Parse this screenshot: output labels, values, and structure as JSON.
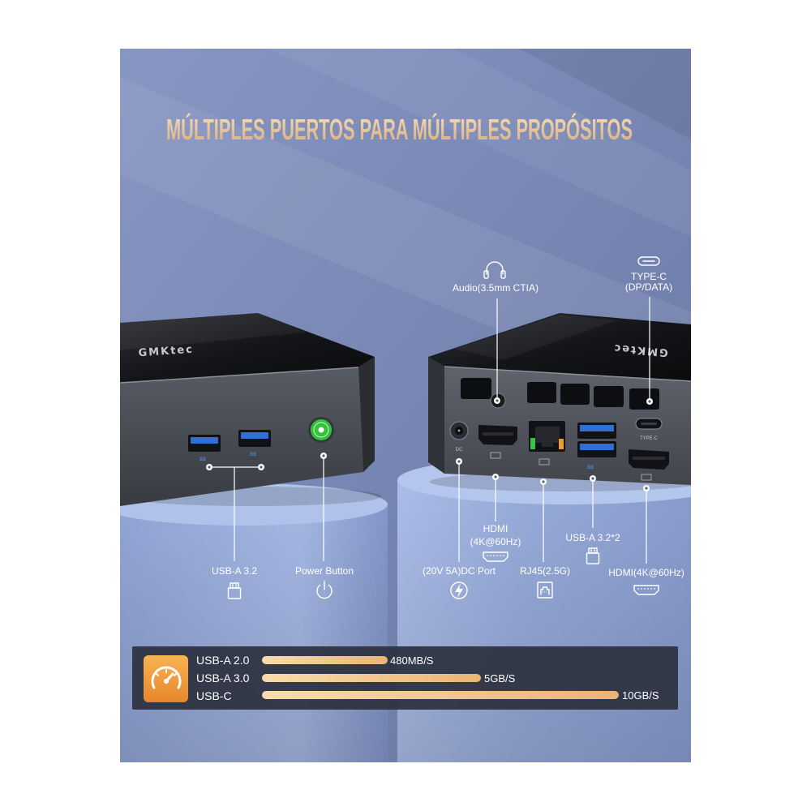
{
  "title": "MÚLTIPLES PUERTOS PARA MÚLTIPLES PROPÓSITOS",
  "brand_logo": "GMKtec",
  "front_panel": {
    "usb": {
      "label": "USB-A 3.2",
      "icon": "usb-icon"
    },
    "power": {
      "label": "Power Button",
      "icon": "power-icon"
    }
  },
  "rear_panel": {
    "audio": {
      "label": "Audio(3.5mm CTIA)",
      "icon": "headphone-icon"
    },
    "type_c": {
      "label_line1": "TYPE-C",
      "label_line2": "(DP/DATA)",
      "icon": "type-c-icon"
    },
    "hdmi_1": {
      "label_line1": "HDMI",
      "label_line2": "(4K@60Hz)",
      "icon": "hdmi-icon"
    },
    "dc": {
      "label": "(20V 5A)DC Port",
      "icon": "lightning-icon"
    },
    "rj45": {
      "label": "RJ45(2.5G)",
      "icon": "ethernet-icon"
    },
    "usb": {
      "label": "USB-A 3.2*2",
      "icon": "usb-icon"
    },
    "hdmi_2": {
      "label": "HDMI(4K@60Hz)",
      "icon": "hdmi-icon"
    }
  },
  "device_markings": {
    "superspeed_logo": "SS",
    "dc": "DC",
    "type_c": "TYPE-C"
  },
  "speed_panel": {
    "icon": "speedometer-icon",
    "rows": [
      {
        "label": "USB-A 2.0",
        "value": "480MB/S"
      },
      {
        "label": "USB-A 3.0",
        "value": "5GB/S"
      },
      {
        "label": "USB-C",
        "value": "10GB/S"
      }
    ]
  },
  "colors": {
    "title": "#ebcba2",
    "background": "#7a8ab6",
    "pedestal": "#9db1de",
    "device_body": "#474a52",
    "usb_port": "#2f6fd6",
    "power_button": "#33c03b",
    "speed_badge": "#f0a03e",
    "speed_bar": "#efc387"
  }
}
